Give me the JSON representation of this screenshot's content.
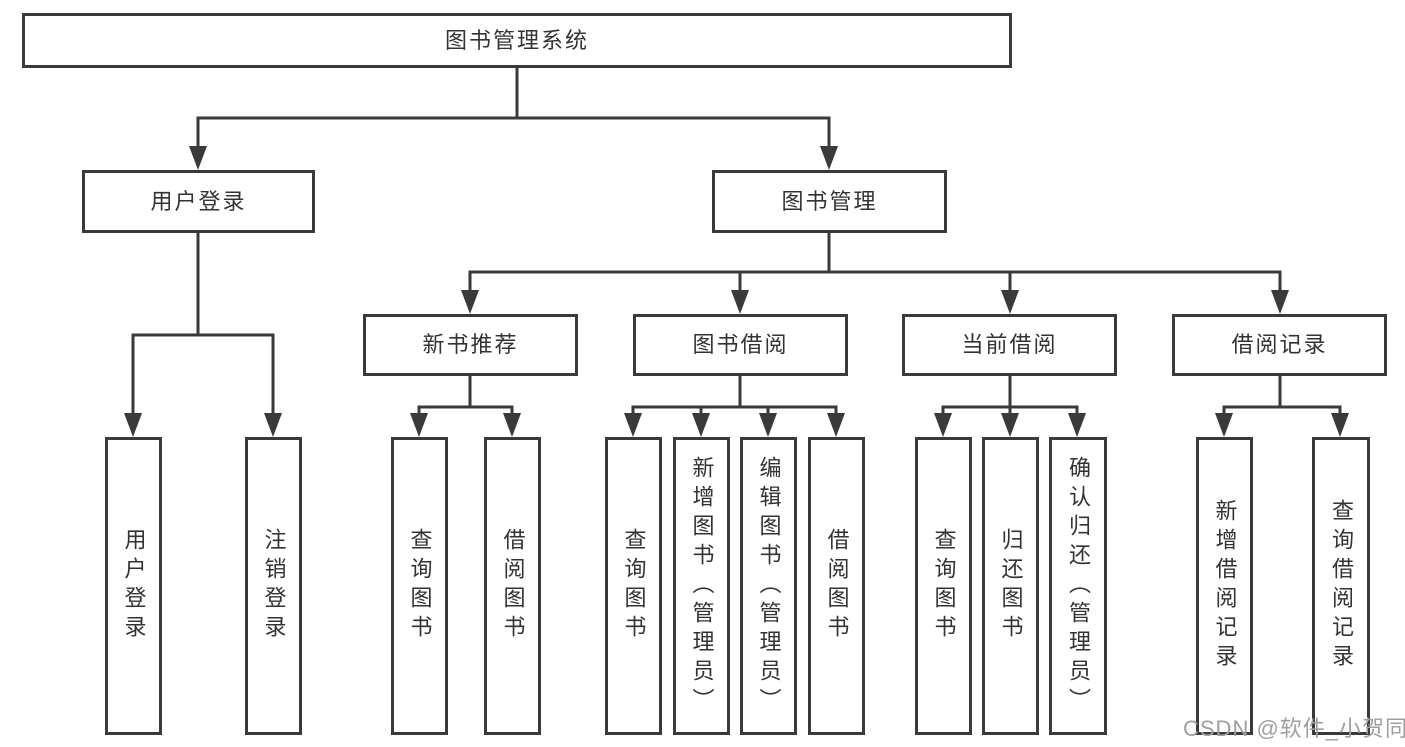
{
  "diagram": {
    "root": {
      "label": "图书管理系统"
    },
    "branches": [
      {
        "label": "用户登录",
        "children": [
          {
            "label": "用户登录"
          },
          {
            "label": "注销登录"
          }
        ]
      },
      {
        "label": "图书管理",
        "children": [
          {
            "label": "新书推荐",
            "children": [
              {
                "label": "查询图书"
              },
              {
                "label": "借阅图书"
              }
            ]
          },
          {
            "label": "图书借阅",
            "children": [
              {
                "label": "查询图书"
              },
              {
                "label": "新增图书（管理员）"
              },
              {
                "label": "编辑图书（管理员）"
              },
              {
                "label": "借阅图书"
              }
            ]
          },
          {
            "label": "当前借阅",
            "children": [
              {
                "label": "查询图书"
              },
              {
                "label": "归还图书"
              },
              {
                "label": "确认归还（管理员）"
              }
            ]
          },
          {
            "label": "借阅记录",
            "children": [
              {
                "label": "新增借阅记录"
              },
              {
                "label": "查询借阅记录"
              }
            ]
          }
        ]
      }
    ]
  },
  "watermark": {
    "text": "CSDN @软件_小贺同学"
  },
  "colors": {
    "line": "#3a3a3a",
    "text": "#333333",
    "box_background": "#ffffff",
    "watermark": "#9f9f9f",
    "background": "#ffffff"
  }
}
